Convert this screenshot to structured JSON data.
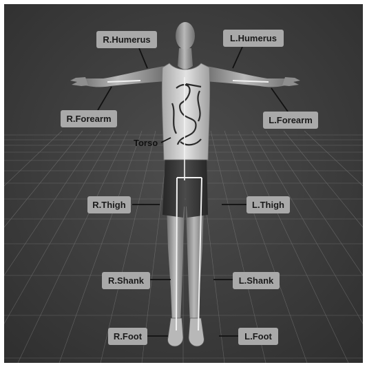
{
  "colors": {
    "backdrop": "#3f3f3f",
    "grid": "#8a8a8a",
    "label_box": "#a9a9a9",
    "label_text": "#1a1a1a",
    "leader_line": "#111111",
    "skeleton": "#f2f2f2"
  },
  "labels": {
    "r_humerus": "R.Humerus",
    "l_humerus": "L.Humerus",
    "r_forearm": "R.Forearm",
    "l_forearm": "L.Forearm",
    "torso": "Torso",
    "r_thigh": "R.Thigh",
    "l_thigh": "L.Thigh",
    "r_shank": "R.Shank",
    "l_shank": "L.Shank",
    "r_foot": "R.Foot",
    "l_foot": "L.Foot"
  }
}
